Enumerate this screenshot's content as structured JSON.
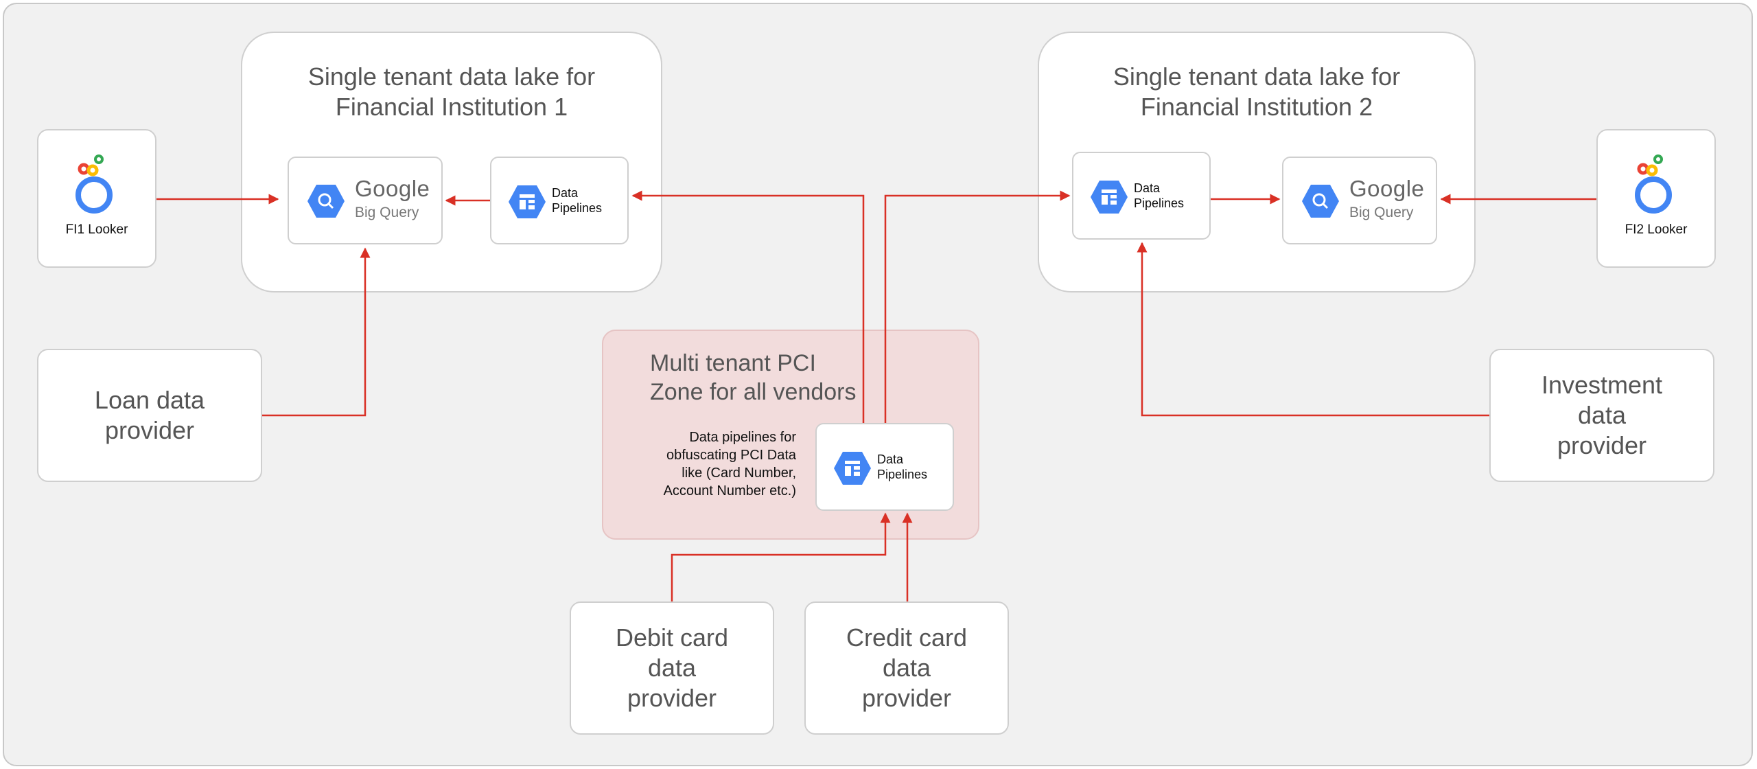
{
  "lake1": {
    "title_line1": "Single tenant data lake for",
    "title_line2": "Financial Institution 1"
  },
  "lake2": {
    "title_line1": "Single tenant data lake for",
    "title_line2": "Financial Institution 2"
  },
  "looker1": {
    "label": "FI1 Looker"
  },
  "looker2": {
    "label": "FI2 Looker"
  },
  "bigquery": {
    "google": "Google",
    "product": "Big Query"
  },
  "pipelines": {
    "line1": "Data",
    "line2": "Pipelines"
  },
  "zone": {
    "title_line1": "Multi tenant PCI",
    "title_line2": "Zone for all vendors"
  },
  "note": {
    "line1": "Data pipelines for",
    "line2": "obfuscating PCI Data",
    "line3": "like (Card Number,",
    "line4": "Account Number etc.)"
  },
  "providers": {
    "loan": {
      "line1": "Loan data",
      "line2": "provider"
    },
    "investment": {
      "line1": "Investment",
      "line2": "data",
      "line3": "provider"
    },
    "debit": {
      "line1": "Debit card",
      "line2": "data",
      "line3": "provider"
    },
    "credit": {
      "line1": "Credit card",
      "line2": "data",
      "line3": "provider"
    }
  },
  "colors": {
    "arrow": "#d93025",
    "bigquery_hex": "#4285f4",
    "zone": "#f2dcdc"
  },
  "icons": {
    "bigquery": "bigquery-icon",
    "pipelines": "data-pipelines-icon",
    "looker": "looker-icon"
  }
}
